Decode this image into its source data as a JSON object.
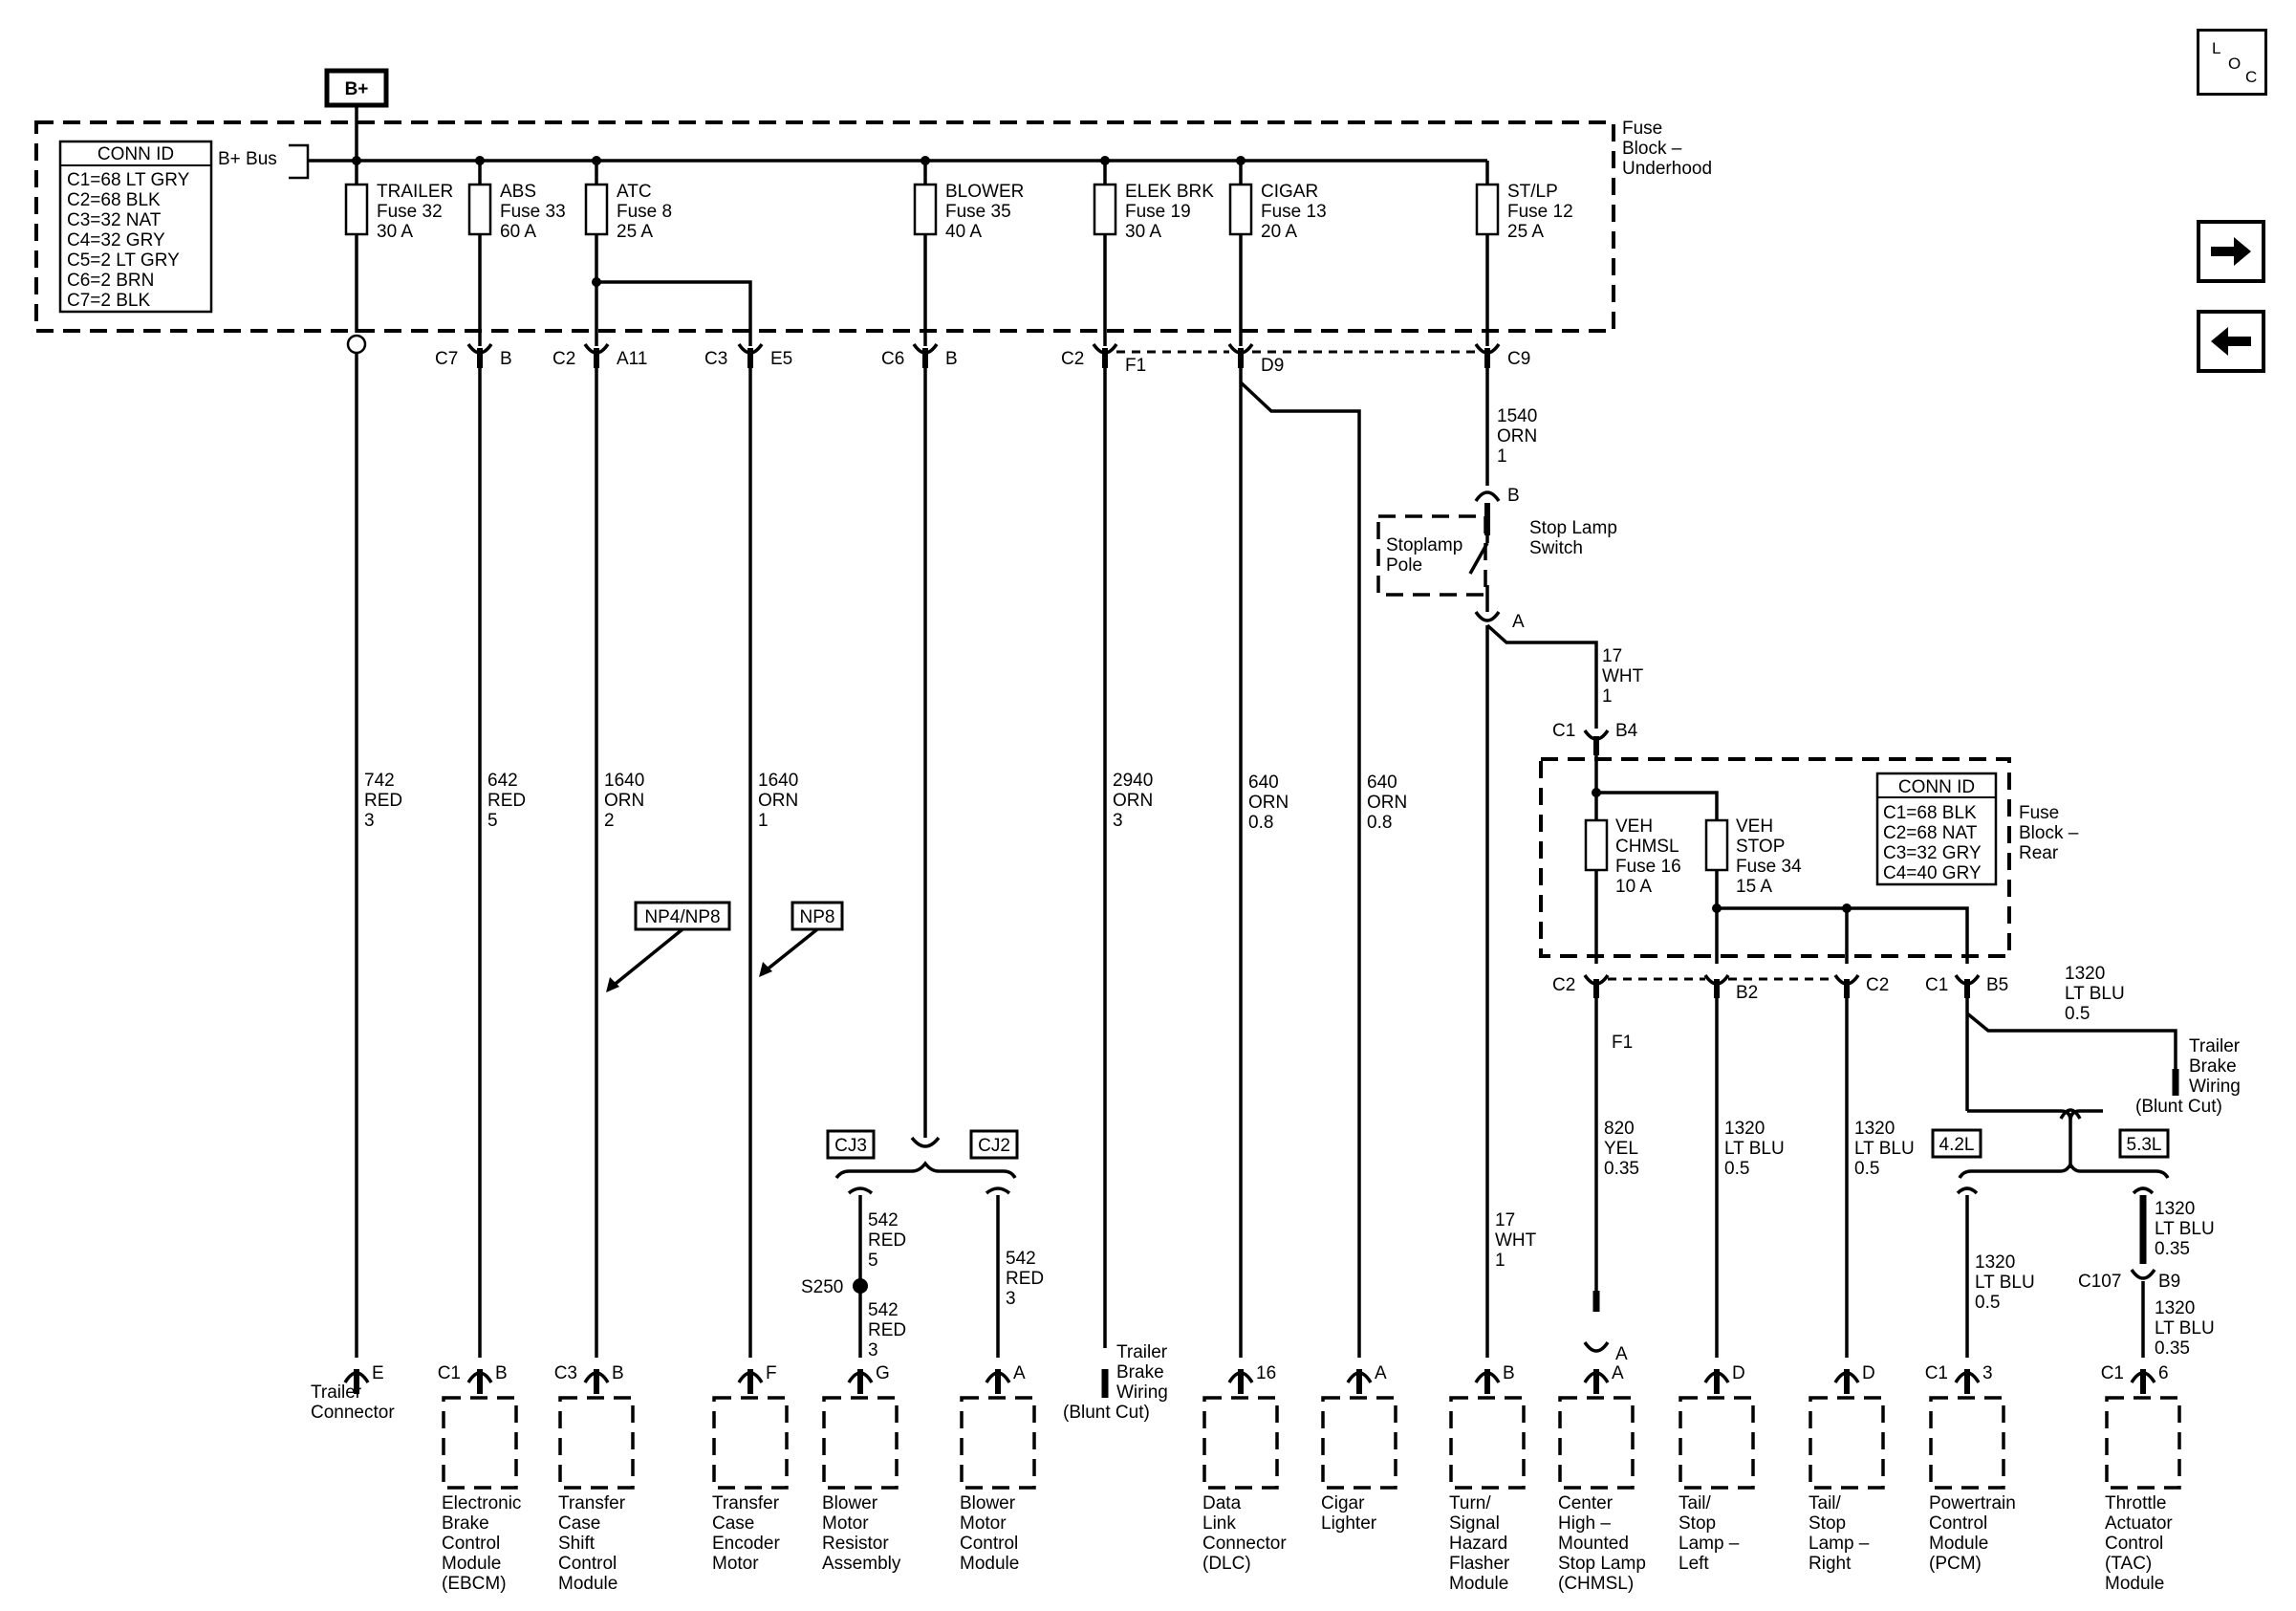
{
  "diagram_labels": {
    "bplus": "B+",
    "bplus_bus": "B+ Bus",
    "fuse_block_underhood": [
      "Fuse",
      "Block –",
      "Underhood"
    ],
    "fuse_block_rear": [
      "Fuse",
      "Block –",
      "Rear"
    ],
    "stop_lamp_switch": [
      "Stop Lamp",
      "Switch"
    ],
    "stoplamp_pole": [
      "Stoplamp",
      "Pole"
    ],
    "np4np8": "NP4/NP8",
    "np8": "NP8",
    "cj3": "CJ3",
    "cj2": "CJ2",
    "s250": "S250",
    "l42": "4.2L",
    "l53": "5.3L",
    "f1_rear": "F1",
    "trailer_brake_wiring": [
      "Trailer",
      "Brake",
      "Wiring",
      "(Blunt Cut)"
    ]
  },
  "conn_id_underhood": {
    "title": "CONN ID",
    "rows": [
      "C1=68 LT GRY",
      "C2=68 BLK",
      "C3=32 NAT",
      "C4=32 GRY",
      "C5=2 LT GRY",
      "C6=2 BRN",
      "C7=2 BLK"
    ]
  },
  "conn_id_rear": {
    "title": "CONN ID",
    "rows": [
      "C1=68 BLK",
      "C2=68 NAT",
      "C3=32 GRY",
      "C4=40 GRY"
    ]
  },
  "fuses_underhood": [
    {
      "name": "TRAILER",
      "fuse": "Fuse 32",
      "amps": "30 A"
    },
    {
      "name": "ABS",
      "fuse": "Fuse 33",
      "amps": "60 A"
    },
    {
      "name": "ATC",
      "fuse": "Fuse 8",
      "amps": "25 A"
    },
    {
      "name": "BLOWER",
      "fuse": "Fuse 35",
      "amps": "40 A"
    },
    {
      "name": "ELEK BRK",
      "fuse": "Fuse 19",
      "amps": "30 A"
    },
    {
      "name": "CIGAR",
      "fuse": "Fuse 13",
      "amps": "20 A"
    },
    {
      "name": "ST/LP",
      "fuse": "Fuse 12",
      "amps": "25 A"
    }
  ],
  "fuses_rear": [
    {
      "name": "VEH",
      "name2": "CHMSL",
      "fuse": "Fuse 16",
      "amps": "10 A"
    },
    {
      "name": "VEH",
      "name2": "STOP",
      "fuse": "Fuse 34",
      "amps": "15 A"
    }
  ],
  "connector_labels": {
    "c7": "C7",
    "b1": "B",
    "c2a": "C2",
    "a11": "A11",
    "c3": "C3",
    "e5": "E5",
    "c6": "C6",
    "b2": "B",
    "c2b": "C2",
    "f1": "F1",
    "d9": "D9",
    "c9": "C9",
    "stop_b": "B",
    "stop_a": "A",
    "c1_b4": "C1",
    "b4": "B4",
    "c2_rear": "C2",
    "b2_rear": "B2",
    "c2_rear2": "C2",
    "c1_b5": "C1",
    "b5": "B5",
    "c107": "C107",
    "b9": "B9",
    "jfz_a": "A"
  },
  "wires": [
    {
      "circuit": "742",
      "color": "RED",
      "gauge": "3"
    },
    {
      "circuit": "642",
      "color": "RED",
      "gauge": "5"
    },
    {
      "circuit": "1640",
      "color": "ORN",
      "gauge": "2"
    },
    {
      "circuit": "1640",
      "color": "ORN",
      "gauge": "1"
    },
    {
      "circuit": "2940",
      "color": "ORN",
      "gauge": "3"
    },
    {
      "circuit": "640",
      "color": "ORN",
      "gauge": "0.8"
    },
    {
      "circuit": "640",
      "color": "ORN",
      "gauge": "0.8"
    },
    {
      "circuit": "1540",
      "color": "ORN",
      "gauge": "1"
    },
    {
      "circuit": "17",
      "color": "WHT",
      "gauge": "1"
    },
    {
      "circuit": "17",
      "color": "WHT",
      "gauge": "1"
    },
    {
      "circuit": "542",
      "color": "RED",
      "gauge": "5"
    },
    {
      "circuit": "542",
      "color": "RED",
      "gauge": "3"
    },
    {
      "circuit": "542",
      "color": "RED",
      "gauge": "3"
    },
    {
      "circuit": "820",
      "color": "YEL",
      "gauge": "0.35"
    },
    {
      "circuit": "1320",
      "color": "LT BLU",
      "gauge": "0.5"
    },
    {
      "circuit": "1320",
      "color": "LT BLU",
      "gauge": "0.5"
    },
    {
      "circuit": "1320",
      "color": "LT BLU",
      "gauge": "0.5"
    },
    {
      "circuit": "1320",
      "color": "LT BLU",
      "gauge": "0.5"
    },
    {
      "circuit": "1320",
      "color": "LT BLU",
      "gauge": "0.35"
    },
    {
      "circuit": "1320",
      "color": "LT BLU",
      "gauge": "0.35"
    }
  ],
  "components": [
    {
      "pin_conn": "",
      "pin": "E",
      "name": [
        "Trailer",
        "Connector"
      ]
    },
    {
      "pin_conn": "C1",
      "pin": "B",
      "name": [
        "Electronic",
        "Brake",
        "Control",
        "Module",
        "(EBCM)"
      ]
    },
    {
      "pin_conn": "C3",
      "pin": "B",
      "name": [
        "Transfer",
        "Case",
        "Shift",
        "Control",
        "Module"
      ]
    },
    {
      "pin_conn": "",
      "pin": "F",
      "name": [
        "Transfer",
        "Case",
        "Encoder",
        "Motor"
      ]
    },
    {
      "pin_conn": "",
      "pin": "G",
      "name": [
        "Blower",
        "Motor",
        "Resistor",
        "Assembly"
      ]
    },
    {
      "pin_conn": "",
      "pin": "A",
      "name": [
        "Blower",
        "Motor",
        "Control",
        "Module"
      ]
    },
    {
      "pin_conn": "",
      "pin": "16",
      "name": [
        "Data",
        "Link",
        "Connector",
        "(DLC)"
      ]
    },
    {
      "pin_conn": "",
      "pin": "A",
      "name": [
        "Cigar",
        "Lighter"
      ]
    },
    {
      "pin_conn": "",
      "pin": "B",
      "name": [
        "Turn/",
        "Signal",
        "Hazard",
        "Flasher",
        "Module"
      ]
    },
    {
      "pin_conn": "",
      "pin": "A",
      "name": [
        "Center",
        "High –",
        "Mounted",
        "Stop Lamp",
        "(CHMSL)"
      ]
    },
    {
      "pin_conn": "",
      "pin": "D",
      "name": [
        "Tail/",
        "Stop",
        "Lamp –",
        "Left"
      ]
    },
    {
      "pin_conn": "",
      "pin": "D",
      "name": [
        "Tail/",
        "Stop",
        "Lamp –",
        "Right"
      ]
    },
    {
      "pin_conn": "C1",
      "pin": "3",
      "name": [
        "Powertrain",
        "Control",
        "Module",
        "(PCM)"
      ]
    },
    {
      "pin_conn": "C1",
      "pin": "6",
      "name": [
        "Throttle",
        "Actuator",
        "Control",
        "(TAC)",
        "Module"
      ]
    }
  ],
  "nav": {
    "loc": [
      "L",
      "O",
      "C"
    ]
  }
}
